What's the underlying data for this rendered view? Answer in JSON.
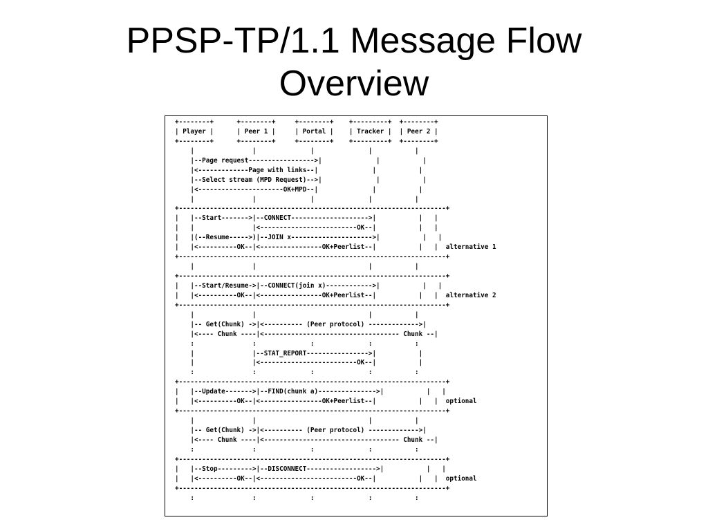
{
  "slide": {
    "title_lines": [
      "PPSP-TP/1.1 Message Flow",
      "Overview"
    ]
  },
  "diagram": {
    "lines": [
      "+--------+      +--------+     +--------+    +---------+  +--------+",
      "| Player |      | Peer 1 |     | Portal |    | Tracker |  | Peer 2 |",
      "+--------+      +--------+     +--------+    +---------+  +--------+",
      "    |               |              |              |           |",
      "    |--Page request----------------->|              |           |",
      "    |<-------------Page with links--|              |           |",
      "    |--Select stream (MPD Request)-->|              |           |",
      "    |<----------------------OK+MPD--|              |           |",
      "    |               |              |              |           |",
      "+---------------------------------------------------------------------+",
      "|   |--Start------->|--CONNECT-------------------->|           |   |",
      "|   |               |<-------------------------OK--|           |   |",
      "|   |(--Resume----->)|--JOIN x--------------------->|           |   |",
      "|   |<----------OK--|<----------------OK+Peerlist--|           |   |  alternative 1",
      "+---------------------------------------------------------------------+",
      "    |               |                             |           |",
      "+---------------------------------------------------------------------+",
      "|   |--Start/Resume->|--CONNECT(join x)------------>|           |   |",
      "|   |<----------OK--|<----------------OK+Peerlist--|           |   |  alternative 2",
      "+---------------------------------------------------------------------+",
      "    |               |                             |           |",
      "    |-- Get(Chunk) ->|<---------- (Peer protocol) ------------->|",
      "    |<---- Chunk ----|<----------------------------------- Chunk --|",
      "    :               :              :              :           :",
      "    |               |--STAT_REPORT---------------->|           |",
      "    |               |<-------------------------OK--|           |",
      "    :               :              :              :           :",
      "+---------------------------------------------------------------------+",
      "|   |--Update------->|--FIND(chunk a)--------------->|           |   |",
      "|   |<----------OK--|<----------------OK+Peerlist--|           |   |  optional",
      "+---------------------------------------------------------------------+",
      "    |               |                             |           |",
      "    |-- Get(Chunk) ->|<---------- (Peer protocol) ------------->|",
      "    |<---- Chunk ----|<----------------------------------- Chunk --|",
      "    :               :              :              :           :",
      "+---------------------------------------------------------------------+",
      "|   |--Stop--------->|--DISCONNECT------------------>|           |   |",
      "|   |<----------OK--|<-------------------------OK--|           |   |  optional",
      "+---------------------------------------------------------------------+",
      "    :               :              :              :           :"
    ]
  }
}
